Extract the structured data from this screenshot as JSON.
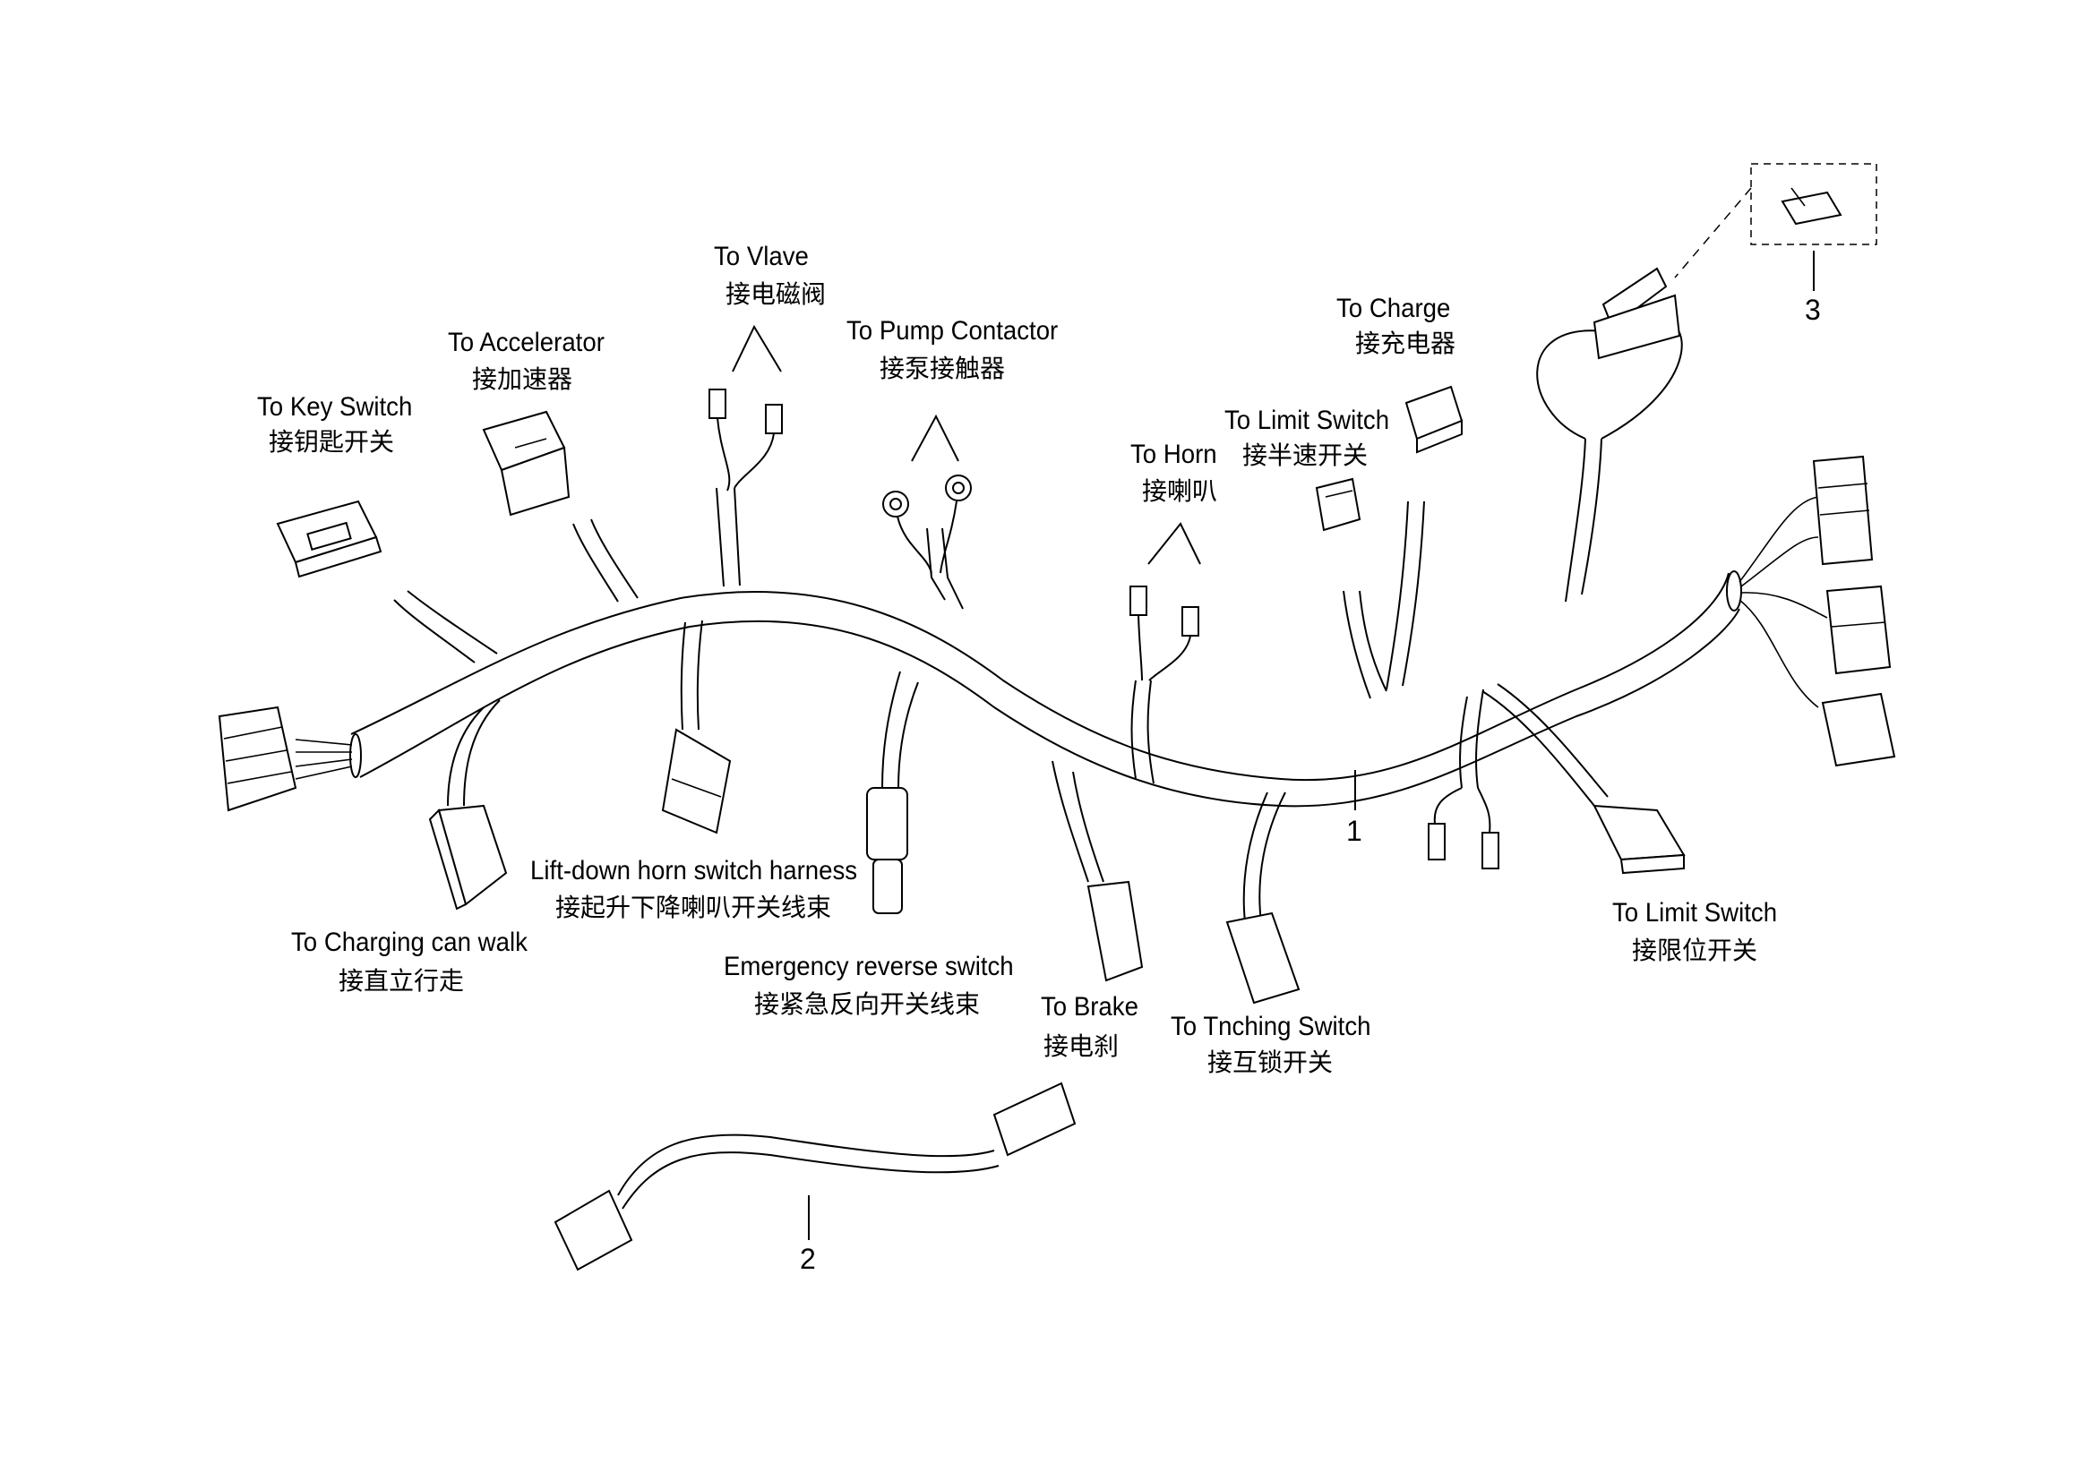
{
  "labels": {
    "key_switch": {
      "en": "To Key Switch",
      "zh": "接钥匙开关"
    },
    "accelerator": {
      "en": "To Accelerator",
      "zh": "接加速器"
    },
    "valve": {
      "en": "To Vlave",
      "zh": "接电磁阀"
    },
    "pump_contactor": {
      "en": "To Pump Contactor",
      "zh": "接泵接触器"
    },
    "charge": {
      "en": "To Charge",
      "zh": "接充电器"
    },
    "limit_switch_top": {
      "en": "To Limit Switch",
      "zh": "接半速开关"
    },
    "horn": {
      "en": "To Horn",
      "zh": "接喇叭"
    },
    "lift_down": {
      "en": "Lift-down horn switch harness",
      "zh": "接起升下降喇叭开关线束"
    },
    "charging_walk": {
      "en": "To Charging can walk",
      "zh": "接直立行走"
    },
    "emergency": {
      "en": "Emergency reverse switch",
      "zh": "接紧急反向开关线束"
    },
    "brake": {
      "en": "To Brake",
      "zh": "接电刹"
    },
    "inching": {
      "en": "To  Tnching Switch",
      "zh": "接互锁开关"
    },
    "limit_switch_bottom": {
      "en": "To Limit Switch",
      "zh": "接限位开关"
    }
  },
  "callouts": {
    "harness": "1",
    "jumper": "2",
    "fuse": "3"
  }
}
